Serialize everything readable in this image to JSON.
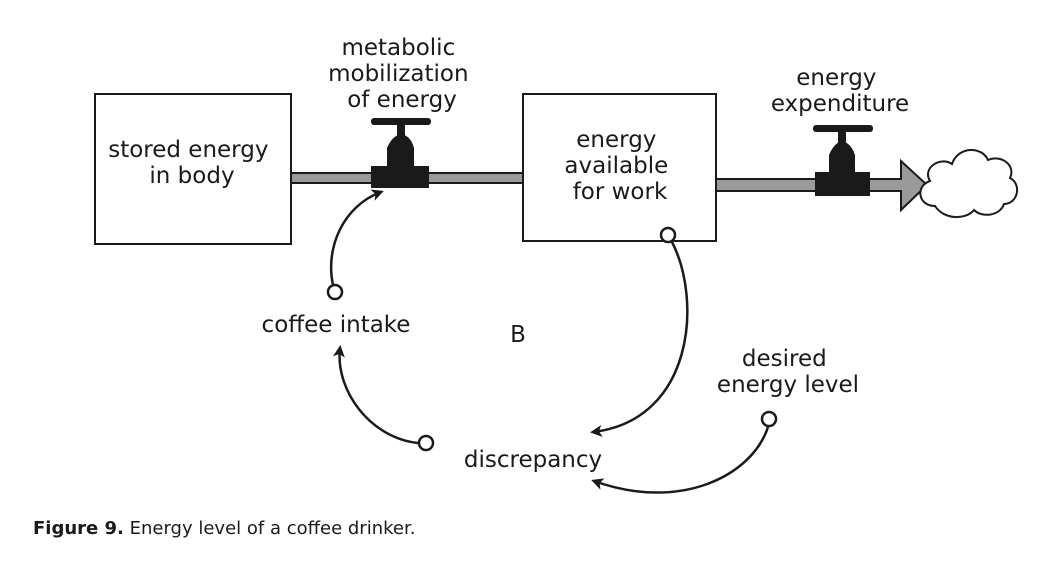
{
  "stocks": {
    "stored_energy": [
      "stored energy",
      "in body"
    ],
    "energy_available": [
      "energy",
      "available",
      "for work"
    ]
  },
  "flows": {
    "metabolic_mobilization": [
      "metabolic",
      "mobilization",
      "of energy"
    ],
    "energy_expenditure": [
      "energy",
      "expenditure"
    ]
  },
  "variables": {
    "coffee_intake": "coffee intake",
    "discrepancy": "discrepancy",
    "desired_energy_level": [
      "desired",
      "energy level"
    ]
  },
  "loop_marker": "B",
  "caption": {
    "label": "Figure 9.",
    "text": " Energy level of a coffee drinker."
  },
  "colors": {
    "line": "#1a1a1a",
    "pipe_fill": "#9a9a9a",
    "valve_fill": "#1a1a1a",
    "background": "#ffffff"
  }
}
